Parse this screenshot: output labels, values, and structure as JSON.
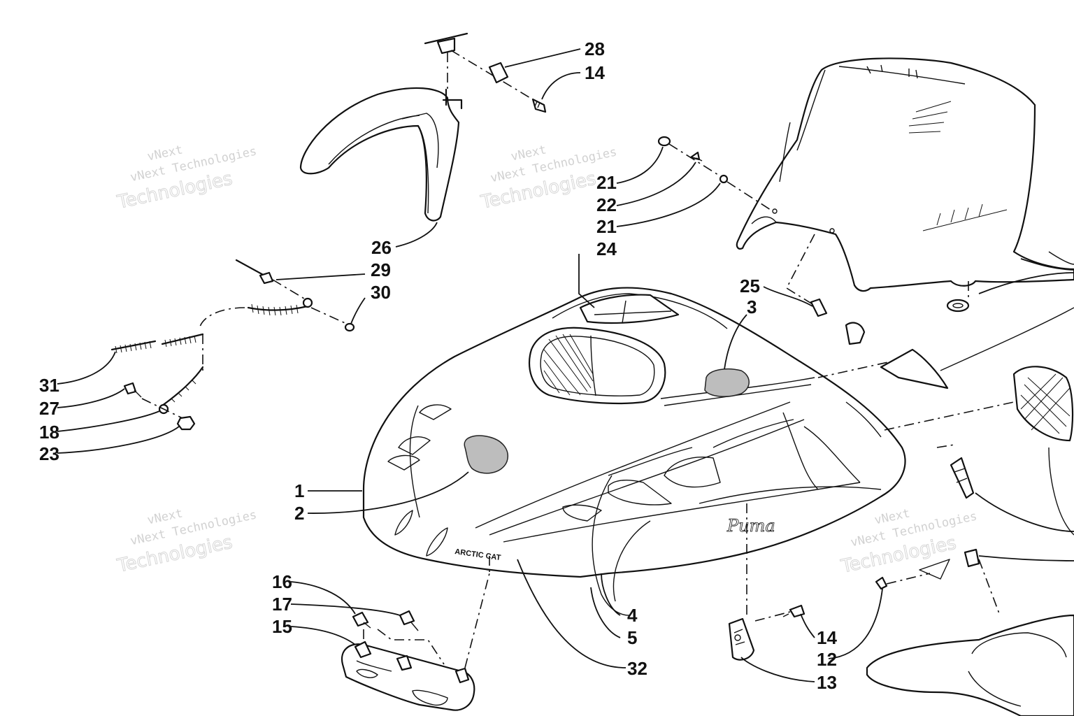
{
  "watermark": {
    "small": "vNext Technologies",
    "large": "Technologies",
    "top": "vNext"
  },
  "callouts": {
    "c28": "28",
    "c14a": "14",
    "c26": "26",
    "c21a": "21",
    "c22": "22",
    "c21b": "21",
    "c24": "24",
    "c25": "25",
    "c3": "3",
    "c29": "29",
    "c30": "30",
    "c31": "31",
    "c27": "27",
    "c18": "18",
    "c23": "23",
    "c1": "1",
    "c2": "2",
    "c16": "16",
    "c17": "17",
    "c15": "15",
    "c4": "4",
    "c5": "5",
    "c32": "32",
    "c14b": "14",
    "c12": "12",
    "c13": "13"
  },
  "decal_text": {
    "script_logo": "Puma",
    "front_badge": "ARCTIC CAT"
  }
}
